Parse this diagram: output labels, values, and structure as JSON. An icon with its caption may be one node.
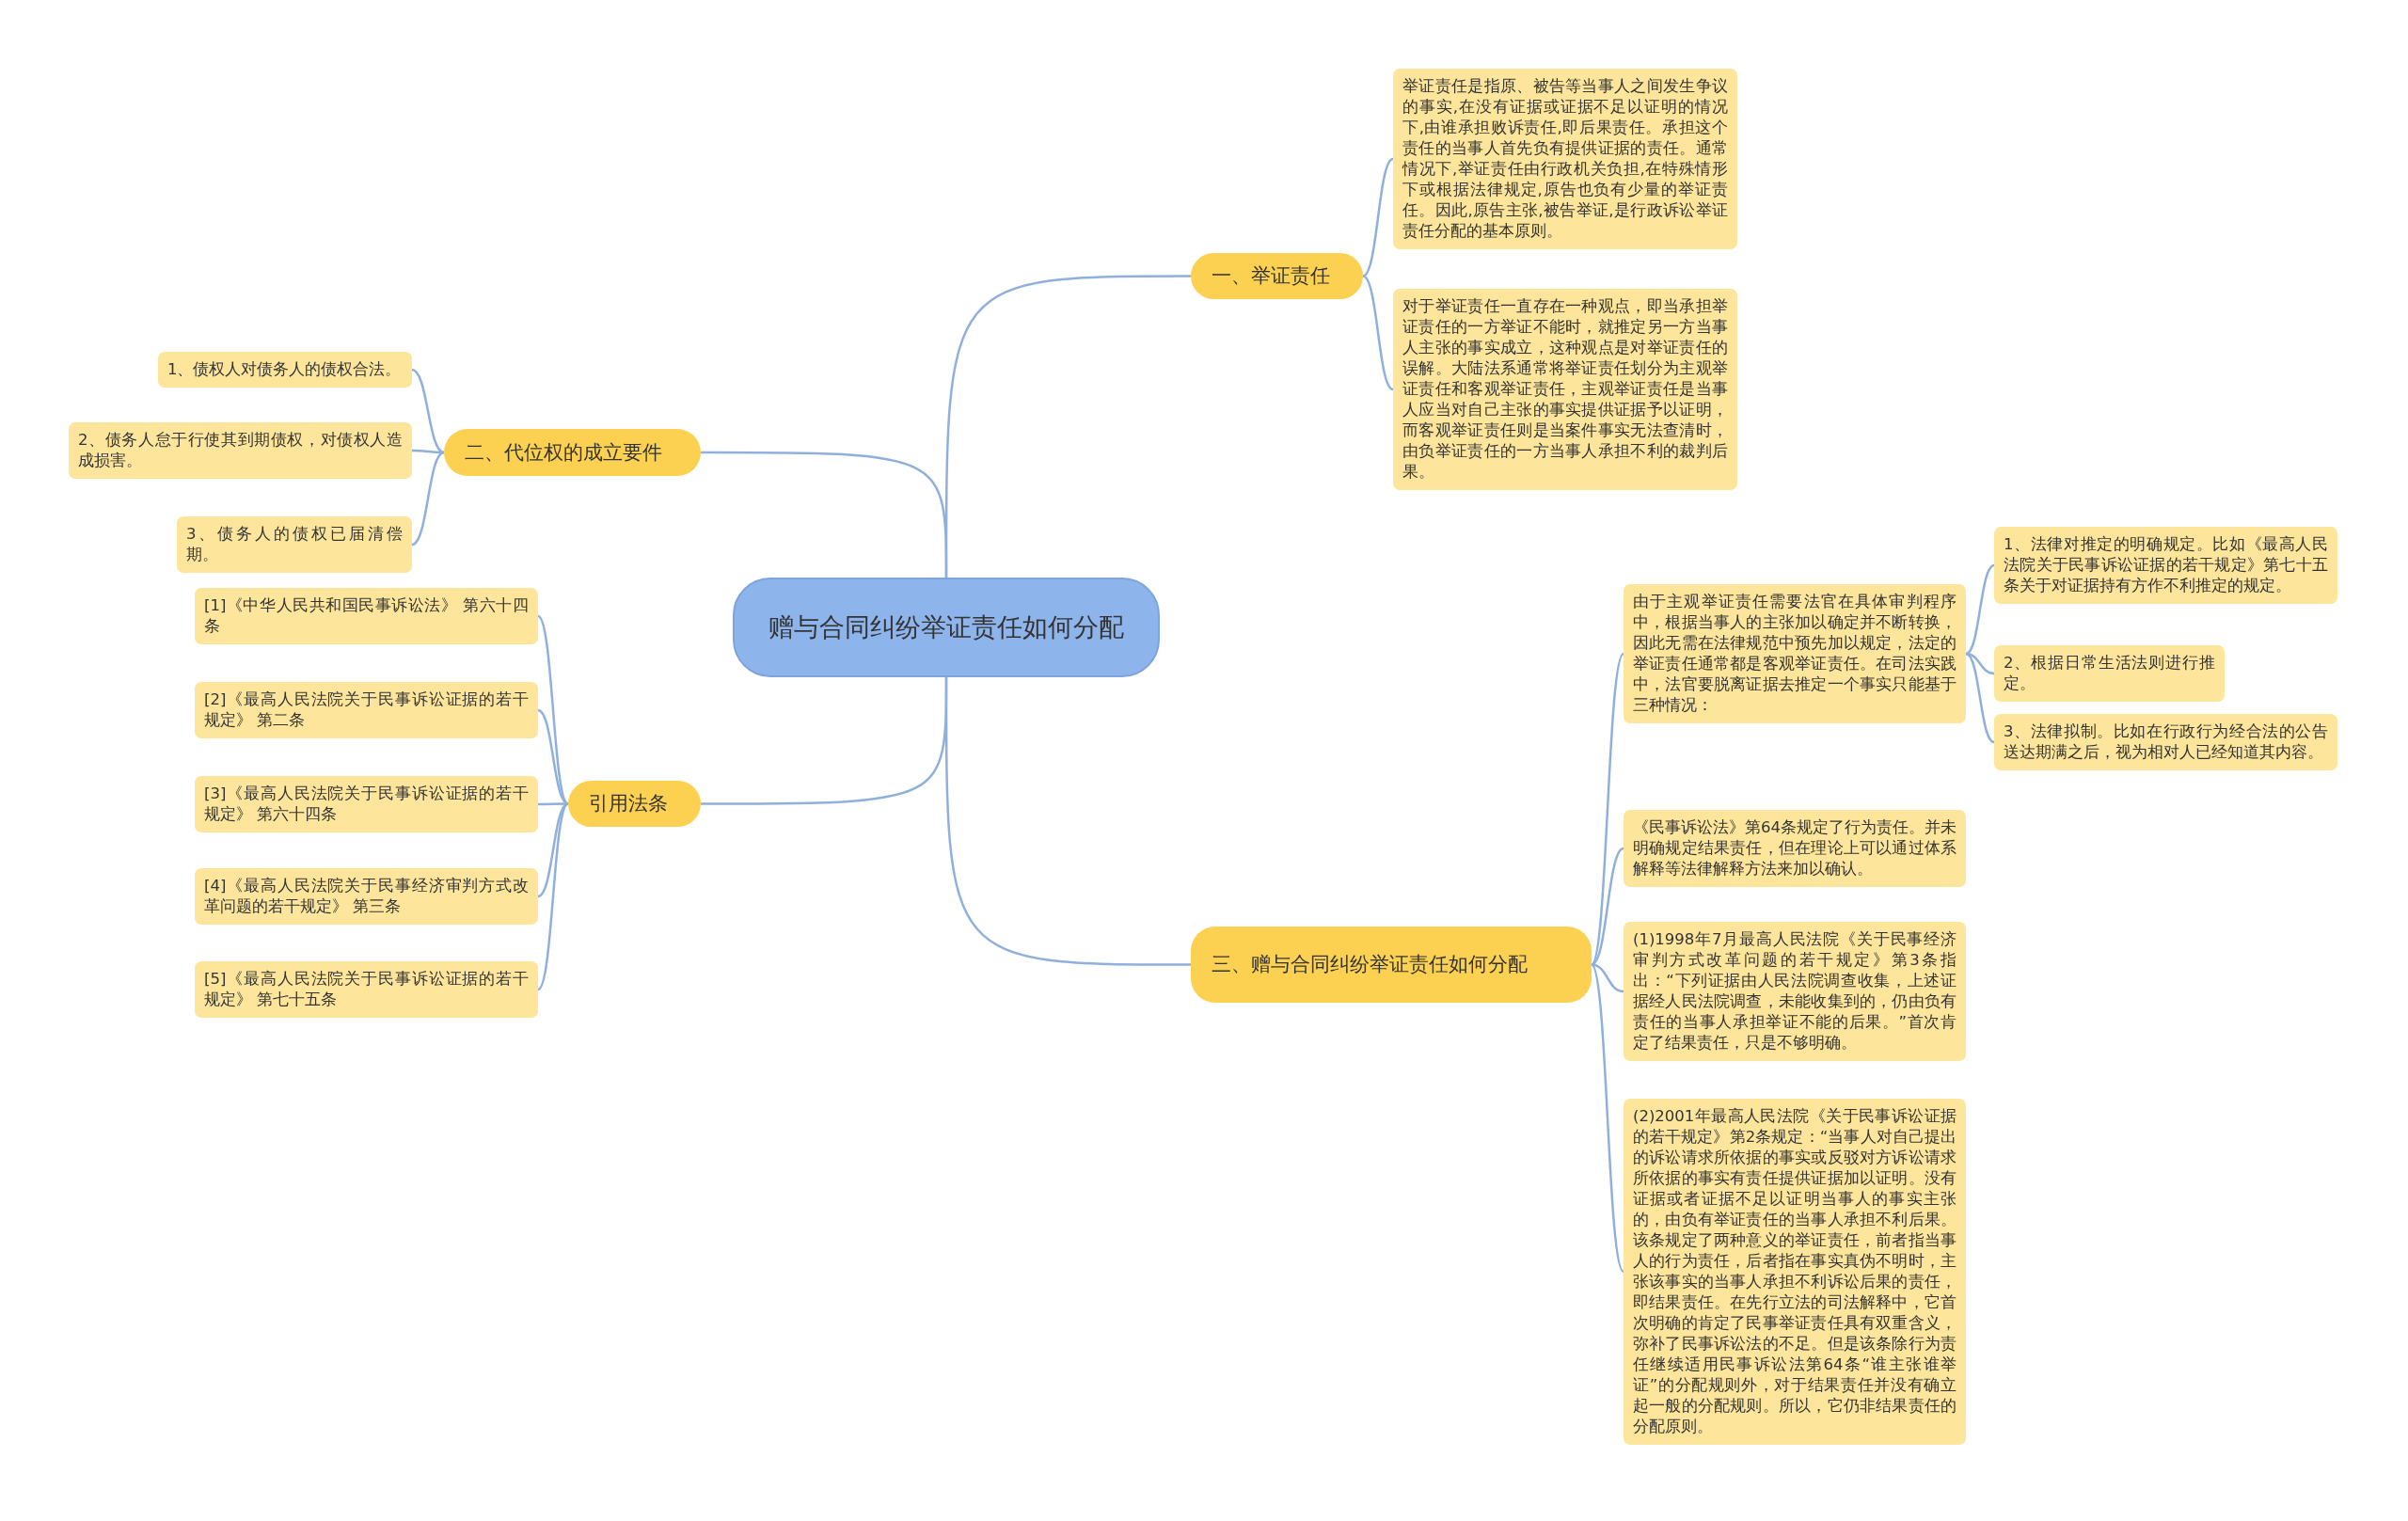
{
  "diagram": {
    "nodes": [
      {
        "text": [
          "赠与合同纠纷举证责任如何分配"
        ]
      },
      {
        "text": [
          "一、举证责任"
        ]
      },
      {
        "text": [
          "举证责任是指原、被告等当事人之间发生争议的事实,在没有证据或证据不足以证明的情况下,由谁承担败诉责任,即后果责任。承担这个责任的当事人首先负有提供证据的责任。通常情况下,举证责任由行政机关负担,在特殊情形下或根据法律规定,原告也负有少量的举证责任。因此,原告主张,被告举证,是行政诉讼举证责任分配的基本原则。"
        ]
      },
      {
        "text": [
          "对于举证责任一直存在一种观点，即当承担举证责任的一方举证不能时，就推定另一方当事人主张的事实成立，这种观点是对举证责任的误解。大陆法系通常将举证责任划分为主观举证责任和客观举证责任，主观举证责任是当事人应当对自己主张的事实提供证据予以证明，而客观举证责任则是当案件事实无法查清时，由负举证责任的一方当事人承担不利的裁判后果。"
        ]
      },
      {
        "text": [
          "二、代位权的成立要件"
        ]
      },
      {
        "text": [
          "1、债权人对债务人的债权合法。"
        ]
      },
      {
        "text": [
          "2、债务人怠于行使其到期债权，对债权人造成损害。"
        ]
      },
      {
        "text": [
          "3、债务人的债权已届清偿期。"
        ]
      },
      {
        "text": [
          "引用法条"
        ]
      },
      {
        "text": [
          "[1]《中华人民共和国民事诉讼法》 第六十四条"
        ]
      },
      {
        "text": [
          "[2]《最高人民法院关于民事诉讼证据的若干规定》 第二条"
        ]
      },
      {
        "text": [
          "[3]《最高人民法院关于民事诉讼证据的若干规定》 第六十四条"
        ]
      },
      {
        "text": [
          "[4]《最高人民法院关于民事经济审判方式改革问题的若干规定》 第三条"
        ]
      },
      {
        "text": [
          "[5]《最高人民法院关于民事诉讼证据的若干规定》 第七十五条"
        ]
      },
      {
        "text": [
          "三、赠与合同纠纷举证责任如何分配"
        ]
      },
      {
        "text": [
          "由于主观举证责任需要法官在具体审判程序中，根据当事人的主张加以确定并不断转换，因此无需在法律规范中预先加以规定，法定的举证责任通常都是客观举证责任。在司法实践中，法官要脱离证据去推定一个事实只能基于三种情况："
        ]
      },
      {
        "text": [
          "1、法律对推定的明确规定。比如《最高人民法院关于民事诉讼证据的若干规定》第七十五条关于对证据持有方作不利推定的规定。"
        ]
      },
      {
        "text": [
          "2、根据日常生活法则进行推定。"
        ]
      },
      {
        "text": [
          "3、法律拟制。比如在行政行为经合法的公告送达期满之后，视为相对人已经知道其内容。"
        ]
      },
      {
        "text": [
          "《民事诉讼法》第64条规定了行为责任。并未明确规定结果责任，但在理论上可以通过体系解释等法律解释方法来加以确认。"
        ]
      },
      {
        "text": [
          "(1)1998年7月最高人民法院《关于民事经济审判方式改革问题的若干规定》第3条指出：“下列证据由人民法院调查收集，上述证据经人民法院调查，未能收集到的，仍由负有责任的当事人承担举证不能的后果。”首次肯定了结果责任，只是不够明确。"
        ]
      },
      {
        "text": [
          "(2)2001年最高人民法院《关于民事诉讼证据的若干规定》第2条规定：“当事人对自己提出的诉讼请求所依据的事实或反驳对方诉讼请求所依据的事实有责任提供证据加以证明。没有证据或者证据不足以证明当事人的事实主张的，由负有举证责任的当事人承担不利后果。该条规定了两种意义的举证责任，前者指当事人的行为责任，后者指在事实真伪不明时，主张该事实的当事人承担不利诉讼后果的责任，即结果责任。在先行立法的司法解释中，它首次明确的肯定了民事举证责任具有双重含义，弥补了民事诉讼法的不足。但是该条除行为责任继续适用民事诉讼法第64条“谁主张谁举证”的分配规则外，对于结果责任并没有确立起一般的分配规则。所以，它仍非结果责任的分配原则。"
        ]
      }
    ],
    "edges": [
      {
        "from": 0,
        "to": 1,
        "arrow": "none"
      },
      {
        "from": 1,
        "to": 2,
        "arrow": "none"
      },
      {
        "from": 1,
        "to": 3,
        "arrow": "none"
      },
      {
        "from": 0,
        "to": 4,
        "arrow": "none"
      },
      {
        "from": 4,
        "to": 5,
        "arrow": "none"
      },
      {
        "from": 4,
        "to": 6,
        "arrow": "none"
      },
      {
        "from": 4,
        "to": 7,
        "arrow": "none"
      },
      {
        "from": 0,
        "to": 8,
        "arrow": "none"
      },
      {
        "from": 8,
        "to": 9,
        "arrow": "none"
      },
      {
        "from": 8,
        "to": 10,
        "arrow": "none"
      },
      {
        "from": 8,
        "to": 11,
        "arrow": "none"
      },
      {
        "from": 8,
        "to": 12,
        "arrow": "none"
      },
      {
        "from": 8,
        "to": 13,
        "arrow": "none"
      },
      {
        "from": 0,
        "to": 14,
        "arrow": "none"
      },
      {
        "from": 14,
        "to": 15,
        "arrow": "none"
      },
      {
        "from": 15,
        "to": 16,
        "arrow": "none"
      },
      {
        "from": 15,
        "to": 17,
        "arrow": "none"
      },
      {
        "from": 15,
        "to": 18,
        "arrow": "none"
      },
      {
        "from": 14,
        "to": 19,
        "arrow": "none"
      },
      {
        "from": 14,
        "to": 20,
        "arrow": "none"
      },
      {
        "from": 14,
        "to": 21,
        "arrow": "none"
      }
    ]
  }
}
